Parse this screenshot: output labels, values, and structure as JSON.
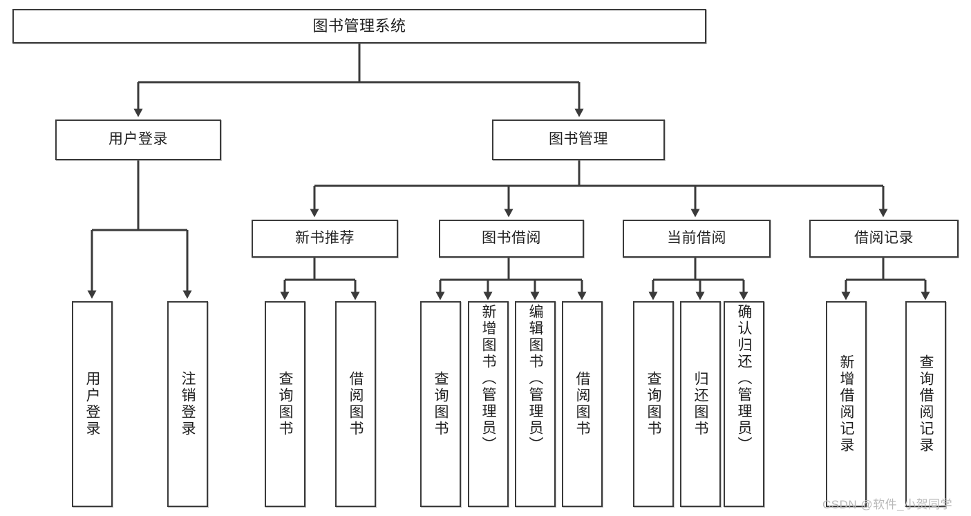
{
  "diagram": {
    "title": "图书管理系统",
    "type": "tree-hierarchy-chart",
    "stroke_color": "#3a3a3a",
    "fill_color": "#ffffff",
    "text_color": "#1f1f1f"
  },
  "root": {
    "label": "图书管理系统"
  },
  "level1": [
    {
      "label": "用户登录"
    },
    {
      "label": "图书管理"
    }
  ],
  "level2": [
    {
      "label": "新书推荐"
    },
    {
      "label": "图书借阅"
    },
    {
      "label": "当前借阅"
    },
    {
      "label": "借阅记录"
    }
  ],
  "leaves": {
    "user_login": [
      {
        "label": "用户登录"
      },
      {
        "label": "注销登录"
      }
    ],
    "new_book_recommend": [
      {
        "label": "查询图书"
      },
      {
        "label": "借阅图书"
      }
    ],
    "book_borrow": [
      {
        "label": "查询图书"
      },
      {
        "label": "新增图书（管理员）"
      },
      {
        "label": "编辑图书（管理员）"
      },
      {
        "label": "借阅图书"
      }
    ],
    "current_borrow": [
      {
        "label": "查询图书"
      },
      {
        "label": "归还图书"
      },
      {
        "label": "确认归还（管理员）"
      }
    ],
    "borrow_record": [
      {
        "label": "新增借阅记录"
      },
      {
        "label": "查询借阅记录"
      }
    ]
  },
  "watermark": {
    "text": "CSDN @软件_小贺同学"
  }
}
